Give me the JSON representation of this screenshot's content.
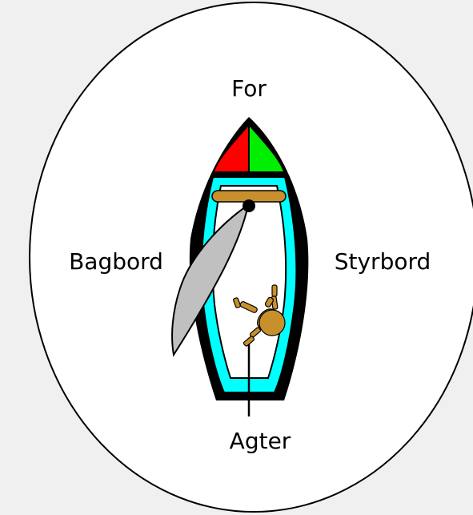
{
  "labels": {
    "bow": "For",
    "port": "Bagbord",
    "starboard": "Styrbord",
    "stern": "Agter"
  },
  "colors": {
    "background": "#f0f0f0",
    "circle_fill": "#ffffff",
    "port_light": "#ff0000",
    "starboard_light": "#00ee00",
    "hull_outer": "#000000",
    "deck_rim": "#00ffff",
    "cockpit": "#ffffff",
    "sail": "#c0c0c0",
    "crew_and_tiller": "#c8902c"
  }
}
